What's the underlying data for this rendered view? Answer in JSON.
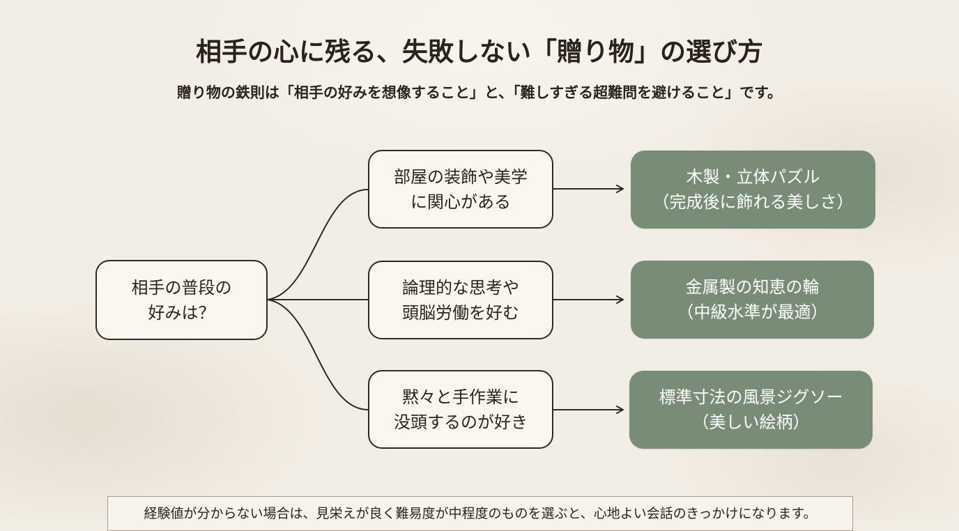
{
  "header": {
    "title": "相手の心に残る、失敗しない「贈り物」の選び方",
    "subtitle": "贈り物の鉄則は「相手の好みを想像すること」と、「難しすぎる超難問を避けること」です。"
  },
  "diagram": {
    "root": {
      "lines": [
        "相手の普段の",
        "好みは？"
      ]
    },
    "branches": [
      {
        "condition": {
          "lines": [
            "部屋の装飾や美学",
            "に関心がある"
          ]
        },
        "result": {
          "lines": [
            "木製・立体パズル",
            "（完成後に飾れる美しさ）"
          ]
        }
      },
      {
        "condition": {
          "lines": [
            "論理的な思考や",
            "頭脳労働を好む"
          ]
        },
        "result": {
          "lines": [
            "金属製の知恵の輪",
            "（中級水準が最適）"
          ]
        }
      },
      {
        "condition": {
          "lines": [
            "黙々と手作業に",
            "没頭するのが好き"
          ]
        },
        "result": {
          "lines": [
            "標準寸法の風景ジグソー",
            "（美しい絵柄）"
          ]
        }
      }
    ]
  },
  "footer": {
    "note": "経験値が分からない場合は、見栄えが良く難易度が中程度のものを選ぶと、心地よい会話のきっかけになります。"
  },
  "colors": {
    "background": "#f3eee5",
    "outline": "#2f2823",
    "result_fill": "#778d76",
    "text": "#2b2420"
  }
}
